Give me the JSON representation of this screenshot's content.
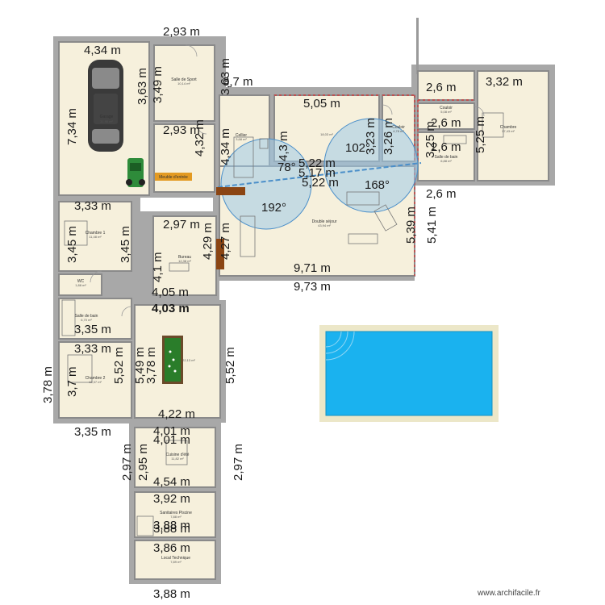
{
  "watermark": "www.archifacile.fr",
  "colors": {
    "room_fill": "#f6f0dc",
    "wall": "#a8a8a8",
    "pool_fill": "#1ab2ef",
    "pool_border": "#ece7c8",
    "arc_fill": "#9ecbe8",
    "billiard": "#2a7d2a"
  },
  "rooms": [
    {
      "key": "garage",
      "name": "Garage",
      "area": "31,90 m²"
    },
    {
      "key": "sport",
      "name": "Salle de Sport",
      "area": "10,14 m²"
    },
    {
      "key": "cellier",
      "name": "Cellier",
      "area": "3,68 m²"
    },
    {
      "key": "cuisine",
      "name": "",
      "area": "18,03 m²"
    },
    {
      "key": "couloir1",
      "name": "Couloir",
      "area": "4,78 m²"
    },
    {
      "key": "couloir2",
      "name": "Couloir",
      "area": "5,08 m²"
    },
    {
      "key": "sdb1",
      "name": "Salle de bain",
      "area": "6,88 m²"
    },
    {
      "key": "chambre",
      "name": "Chambre",
      "area": "17,43 m²"
    },
    {
      "key": "sejour",
      "name": "Double séjour",
      "area": "43,94 m²"
    },
    {
      "key": "chambre1",
      "name": "Chambre 1",
      "area": "11,48 m²"
    },
    {
      "key": "bureau",
      "name": "Bureau",
      "area": "12,38 m²"
    },
    {
      "key": "wc",
      "name": "WC",
      "area": "1,88 m²"
    },
    {
      "key": "sdb2",
      "name": "Salle de bain",
      "area": "6,70 m²"
    },
    {
      "key": "chambre2",
      "name": "Chambre 2",
      "area": "12,37 m²"
    },
    {
      "key": "billard",
      "name": "",
      "area": "22,13 m²"
    },
    {
      "key": "cuisine_ete",
      "name": "Cuisine d'été",
      "area": "11,82 m²"
    },
    {
      "key": "sanitaires",
      "name": "Sanitaires Piscine",
      "area": "7,88 m²"
    },
    {
      "key": "local",
      "name": "Local Technique",
      "area": "7,89 m²"
    }
  ],
  "cabinet_label": "Meuble d'entrée",
  "dimensions": [
    "2,93 m",
    "4,34 m",
    "3,63 m",
    "3,49 m",
    "3,7 m",
    "7,34 m",
    "2,93 m",
    "4,32 m",
    "4,34 m",
    "5,05 m",
    "3,63 m",
    "4,3 m",
    "3,23 m",
    "3,26 m",
    "2,6 m",
    "3,32 m",
    "2,6 m",
    "2,6 m",
    "3,25 m",
    "5,25 m",
    "5,22 m",
    "5,17 m",
    "5,22 m",
    "2,6 m",
    "3,33 m",
    "3,45 m",
    "3,45 m",
    "2,97 m",
    "4,29 m",
    "4,27 m",
    "4,1 m",
    "5,39 m",
    "5,41 m",
    "4,05 m",
    "9,71 m",
    "9,73 m",
    "4,03 m",
    "3,35 m",
    "3,33 m",
    "5,52 m",
    "5,49 m",
    "3,78 m",
    "5,52 m",
    "3,78 m",
    "3,7 m",
    "4,22 m",
    "3,35 m",
    "4,01 m",
    "4,01 m",
    "2,97 m",
    "2,95 m",
    "2,97 m",
    "4,54 m",
    "3,88 m",
    "3,92 m",
    "3,88 m",
    "3,86 m",
    "3,88 m"
  ],
  "angles": [
    "78°",
    "102°",
    "192°",
    "168°"
  ]
}
